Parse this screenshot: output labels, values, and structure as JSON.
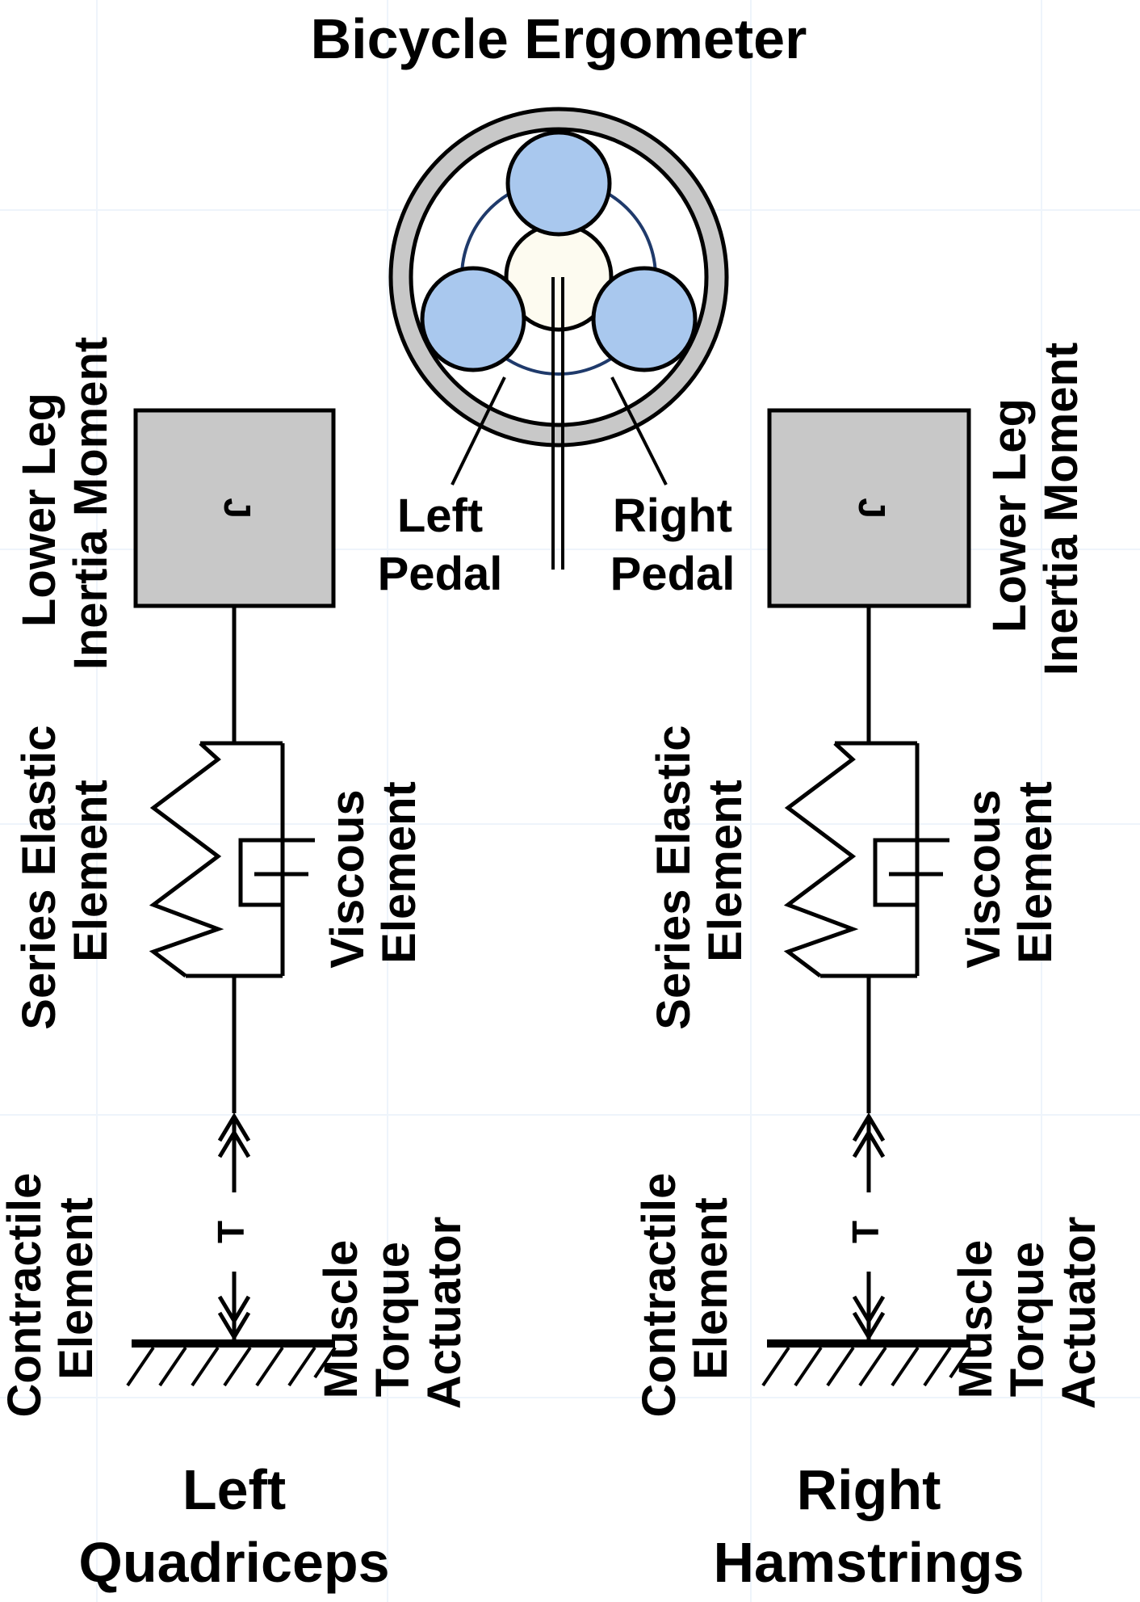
{
  "title": "Bicycle Ergometer",
  "ergometer": {
    "left_pedal": [
      "Left",
      "Pedal"
    ],
    "right_pedal": [
      "Right",
      "Pedal"
    ]
  },
  "left_model": {
    "inertia_symbol": "J",
    "inertia_label": [
      "Lower Leg",
      "Inertia Moment"
    ],
    "series_elastic_label": [
      "Series Elastic",
      "Element"
    ],
    "viscous_label": [
      "Viscous",
      "Element"
    ],
    "torque_symbol": "T",
    "contractile_label": [
      "Contractile",
      "Element"
    ],
    "actuator_label": [
      "Muscle",
      "Torque",
      "Actuator"
    ],
    "muscle_name": [
      "Left",
      "Quadriceps"
    ]
  },
  "right_model": {
    "inertia_symbol": "J",
    "inertia_label": [
      "Lower Leg",
      "Inertia Moment"
    ],
    "series_elastic_label": [
      "Series Elastic",
      "Element"
    ],
    "viscous_label": [
      "Viscous",
      "Element"
    ],
    "torque_symbol": "T",
    "contractile_label": [
      "Contractile",
      "Element"
    ],
    "actuator_label": [
      "Muscle",
      "Torque",
      "Actuator"
    ],
    "muscle_name": [
      "Right",
      "Hamstrings"
    ]
  },
  "colors": {
    "wheel_ring": "#c8c8c8",
    "pedal_fill": "#a9c8ee",
    "hub_fill": "#fdfbf0",
    "crank_circle": "#1f3a6b",
    "inertia_box": "#c8c8c8"
  }
}
